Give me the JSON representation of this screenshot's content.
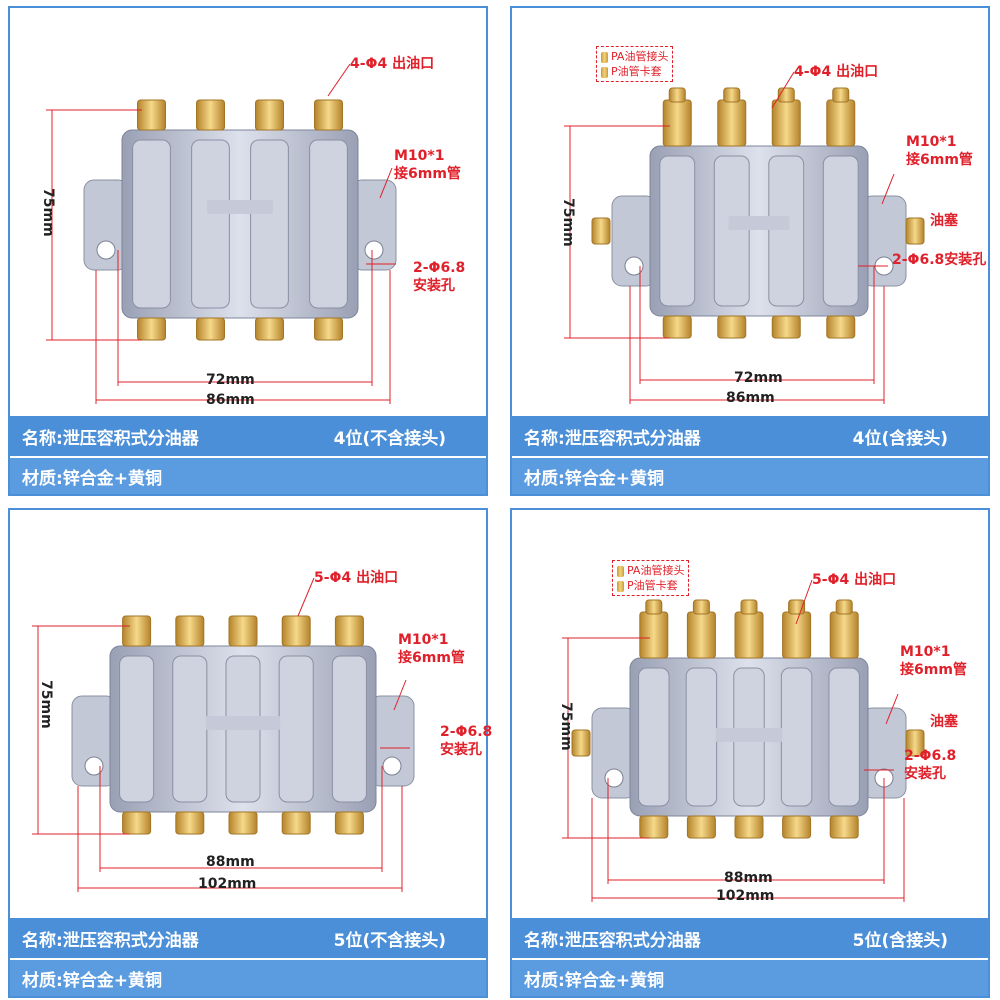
{
  "panels": [
    {
      "outlets": "4-Φ4 出油口",
      "thread": [
        "M10*1",
        "接6mm管"
      ],
      "mount": [
        "2-Φ6.8",
        "安装孔"
      ],
      "height_dim": "75mm",
      "inner_width": "72mm",
      "outer_width": "86mm",
      "name": "名称:泄压容积式分油器",
      "variant": "4位(不含接头)",
      "material": "材质:锌合金+黄铜",
      "legend": [],
      "plug": "",
      "positions": 4,
      "with_fittings": false
    },
    {
      "outlets": "4-Φ4 出油口",
      "thread": [
        "M10*1",
        "接6mm管"
      ],
      "mount": [
        "2-Φ6.8安装孔"
      ],
      "height_dim": "75mm",
      "inner_width": "72mm",
      "outer_width": "86mm",
      "name": "名称:泄压容积式分油器",
      "variant": "4位(含接头)",
      "material": "材质:锌合金+黄铜",
      "legend": [
        "PA油管接头",
        "P油管卡套"
      ],
      "plug": "油塞",
      "positions": 4,
      "with_fittings": true
    },
    {
      "outlets": "5-Φ4 出油口",
      "thread": [
        "M10*1",
        "接6mm管"
      ],
      "mount": [
        "2-Φ6.8",
        "安装孔"
      ],
      "height_dim": "75mm",
      "inner_width": "88mm",
      "outer_width": "102mm",
      "name": "名称:泄压容积式分油器",
      "variant": "5位(不含接头)",
      "material": "材质:锌合金+黄铜",
      "legend": [],
      "plug": "",
      "positions": 5,
      "with_fittings": false
    },
    {
      "outlets": "5-Φ4 出油口",
      "thread": [
        "M10*1",
        "接6mm管"
      ],
      "mount": [
        "2-Φ6.8",
        "安装孔"
      ],
      "height_dim": "75mm",
      "inner_width": "88mm",
      "outer_width": "102mm",
      "name": "名称:泄压容积式分油器",
      "variant": "5位(含接头)",
      "material": "材质:锌合金+黄铜",
      "legend": [
        "PA油管接头",
        "P油管卡套"
      ],
      "plug": "油塞",
      "positions": 5,
      "with_fittings": true
    }
  ],
  "colors": {
    "accent": "#4a8fd8",
    "accent_light": "#5b9be0",
    "label_red": "#e0202a",
    "brass": "#d9ad4f",
    "body": "#b9bfd0"
  }
}
